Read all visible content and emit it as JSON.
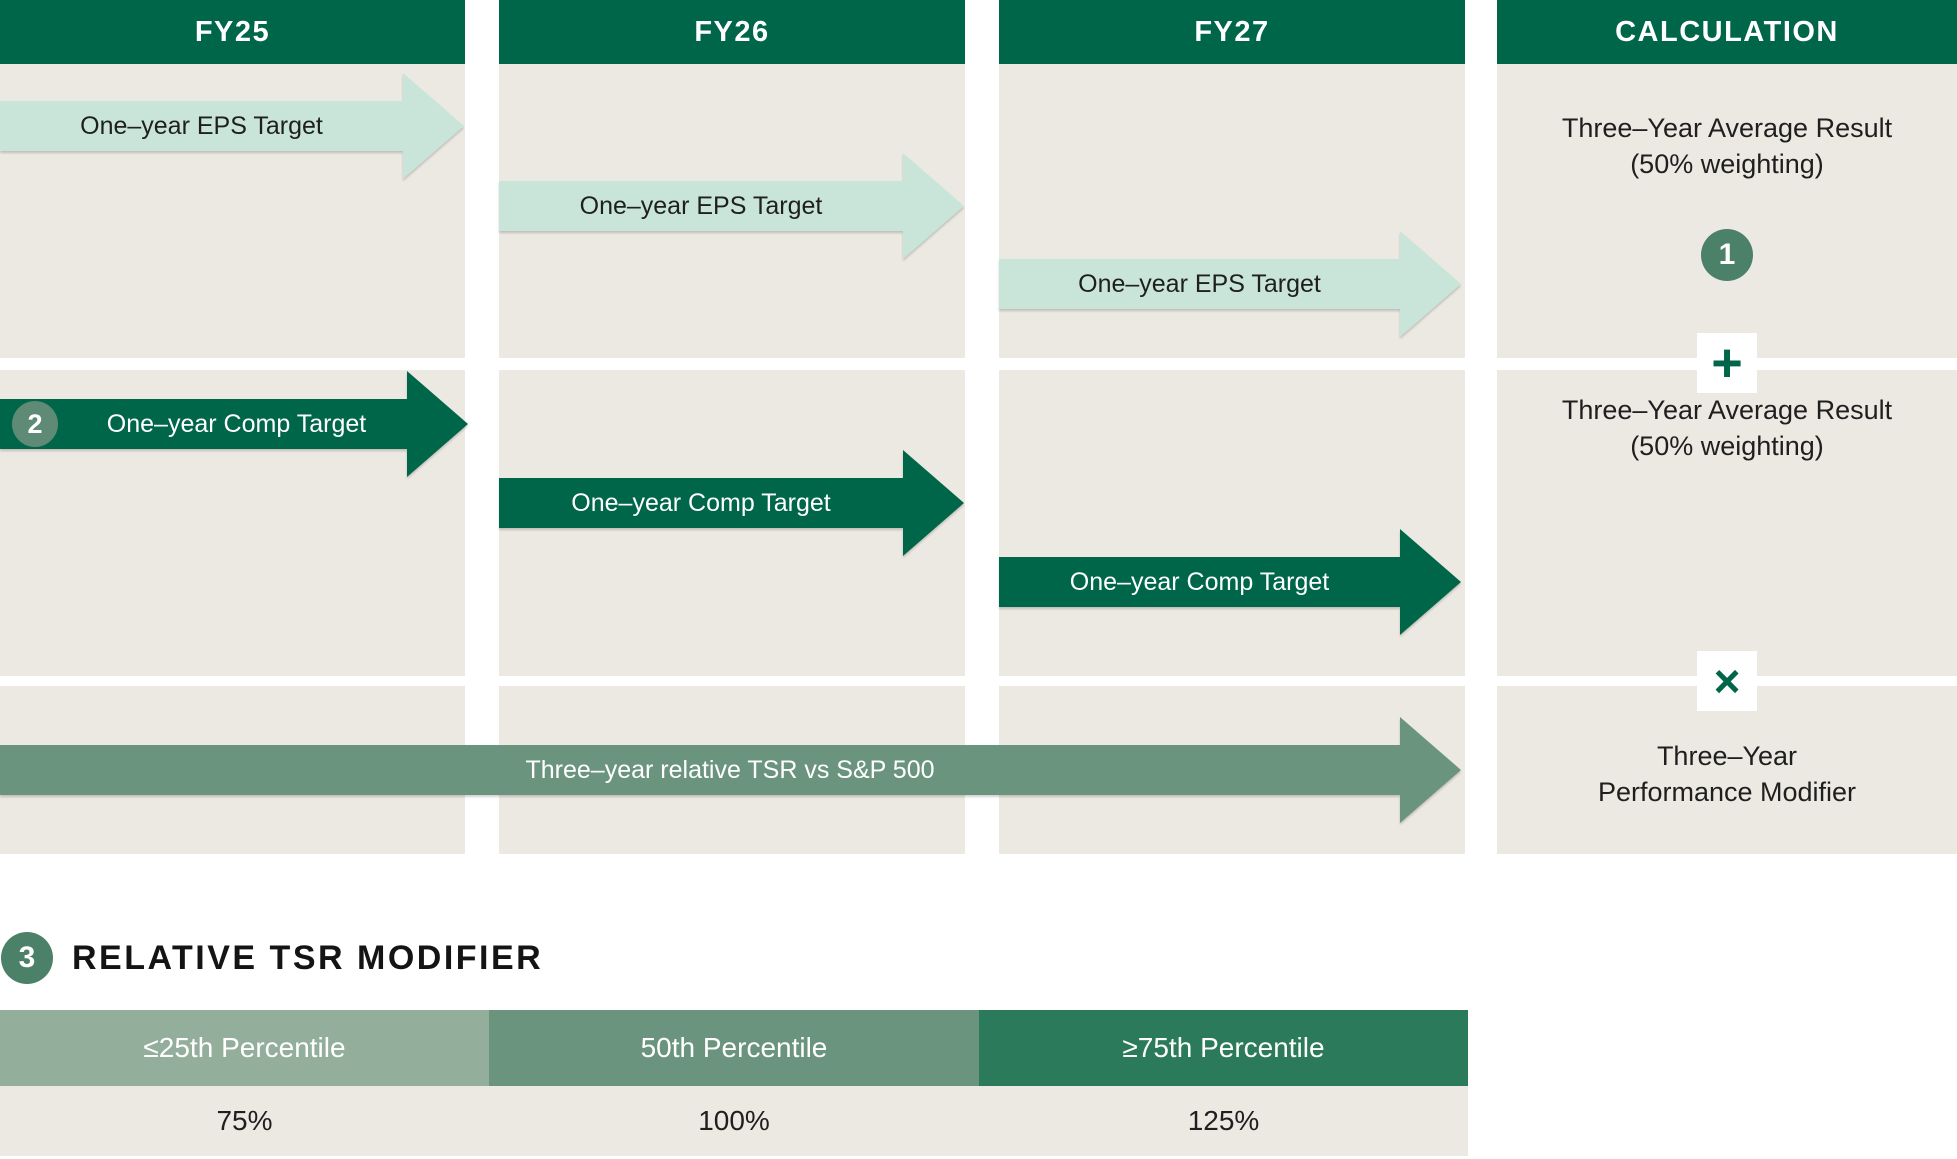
{
  "colors": {
    "dark_green": "#006649",
    "pine_green": "#2B7A5B",
    "sage_mid": "#6B947F",
    "sage_light": "#94AE9C",
    "mint": "#C9E5D9",
    "beige": "#ECE9E2",
    "badge_green": "#4A8168",
    "badge_overlay": "#5E8A76",
    "text_dark": "#1F1F1F"
  },
  "columns": [
    {
      "label": "FY25"
    },
    {
      "label": "FY26"
    },
    {
      "label": "FY27"
    },
    {
      "label": "CALCULATION"
    }
  ],
  "arrows": {
    "eps_label": "One–year EPS Target",
    "comp_label": "One–year Comp Target",
    "tsr_label": "Three–year relative TSR vs S&P 500"
  },
  "badges": {
    "badge_1": "1",
    "badge_2": "2",
    "badge_3": "3"
  },
  "calculation": {
    "result_block_1": {
      "line1": "Three–Year Average Result",
      "line2": "(50% weighting)"
    },
    "plus_symbol": "+",
    "result_block_2": {
      "line1": "Three–Year Average Result",
      "line2": "(50% weighting)"
    },
    "multiply_symbol": "×",
    "modifier_block": {
      "line1": "Three–Year",
      "line2": "Performance Modifier"
    }
  },
  "modifier_section": {
    "title": "RELATIVE TSR MODIFIER",
    "table": {
      "headers": [
        "≤25th Percentile",
        "50th Percentile",
        "≥75th Percentile"
      ],
      "values": [
        "75%",
        "100%",
        "125%"
      ]
    }
  }
}
